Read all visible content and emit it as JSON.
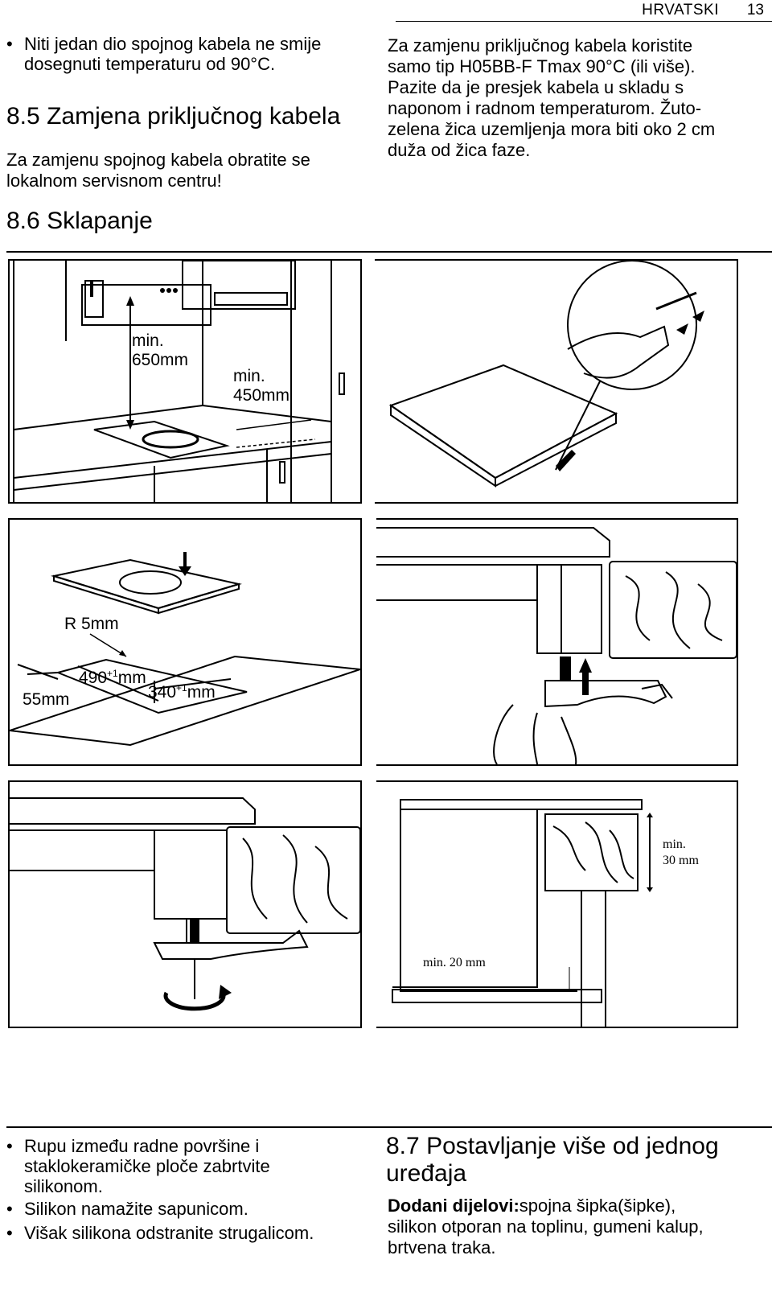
{
  "header": {
    "language": "HRVATSKI",
    "page_number": "13"
  },
  "left_top": {
    "bullet1": "Niti jedan dio spojnog kabela ne smije dosegnuti temperaturu od 90°C.",
    "section_8_5": {
      "number": "8.5",
      "title": "Zamjena priključnog kabela"
    },
    "para": "Za zamjenu spojnog kabela obratite se lokalnom servisnom centru!"
  },
  "right_top": {
    "para": "Za zamjenu priključnog kabela koristite samo tip H05BB-F Tmax 90°C (ili više). Pazite da je presjek kabela u skladu s naponom i radnom temperaturom. Žuto-zelena žica uzemljenja mora biti oko 2 cm duža od žica faze."
  },
  "section_8_6": {
    "number": "8.6",
    "title": "Sklapanje"
  },
  "figures": {
    "fig1": {
      "label_650_a": "min.",
      "label_650_b": "650mm",
      "label_450_a": "min.",
      "label_450_b": "450mm"
    },
    "fig3": {
      "radius": "R 5mm",
      "width": "490",
      "width_sup": "+1",
      "width_unit": "mm",
      "depth": "340",
      "depth_sup": "+1",
      "depth_unit": "mm",
      "edge": "55mm"
    },
    "fig6": {
      "thick_a": "min.",
      "thick_b": "30 mm",
      "gap": "min. 20 mm"
    }
  },
  "bottom_left": {
    "bullets": [
      "Rupu između radne površine i staklokeramičke ploče zabrtvite silikonom.",
      "Silikon namažite sapunicom.",
      "Višak silikona odstranite strugalicom."
    ]
  },
  "section_8_7": {
    "number": "8.7",
    "title": "Postavljanje više od jednog uređaja",
    "parts_label": "Dodani dijelovi:",
    "parts_text": "spojna šipka(šipke), silikon otporan na toplinu, gumeni kalup, brtvena traka."
  }
}
